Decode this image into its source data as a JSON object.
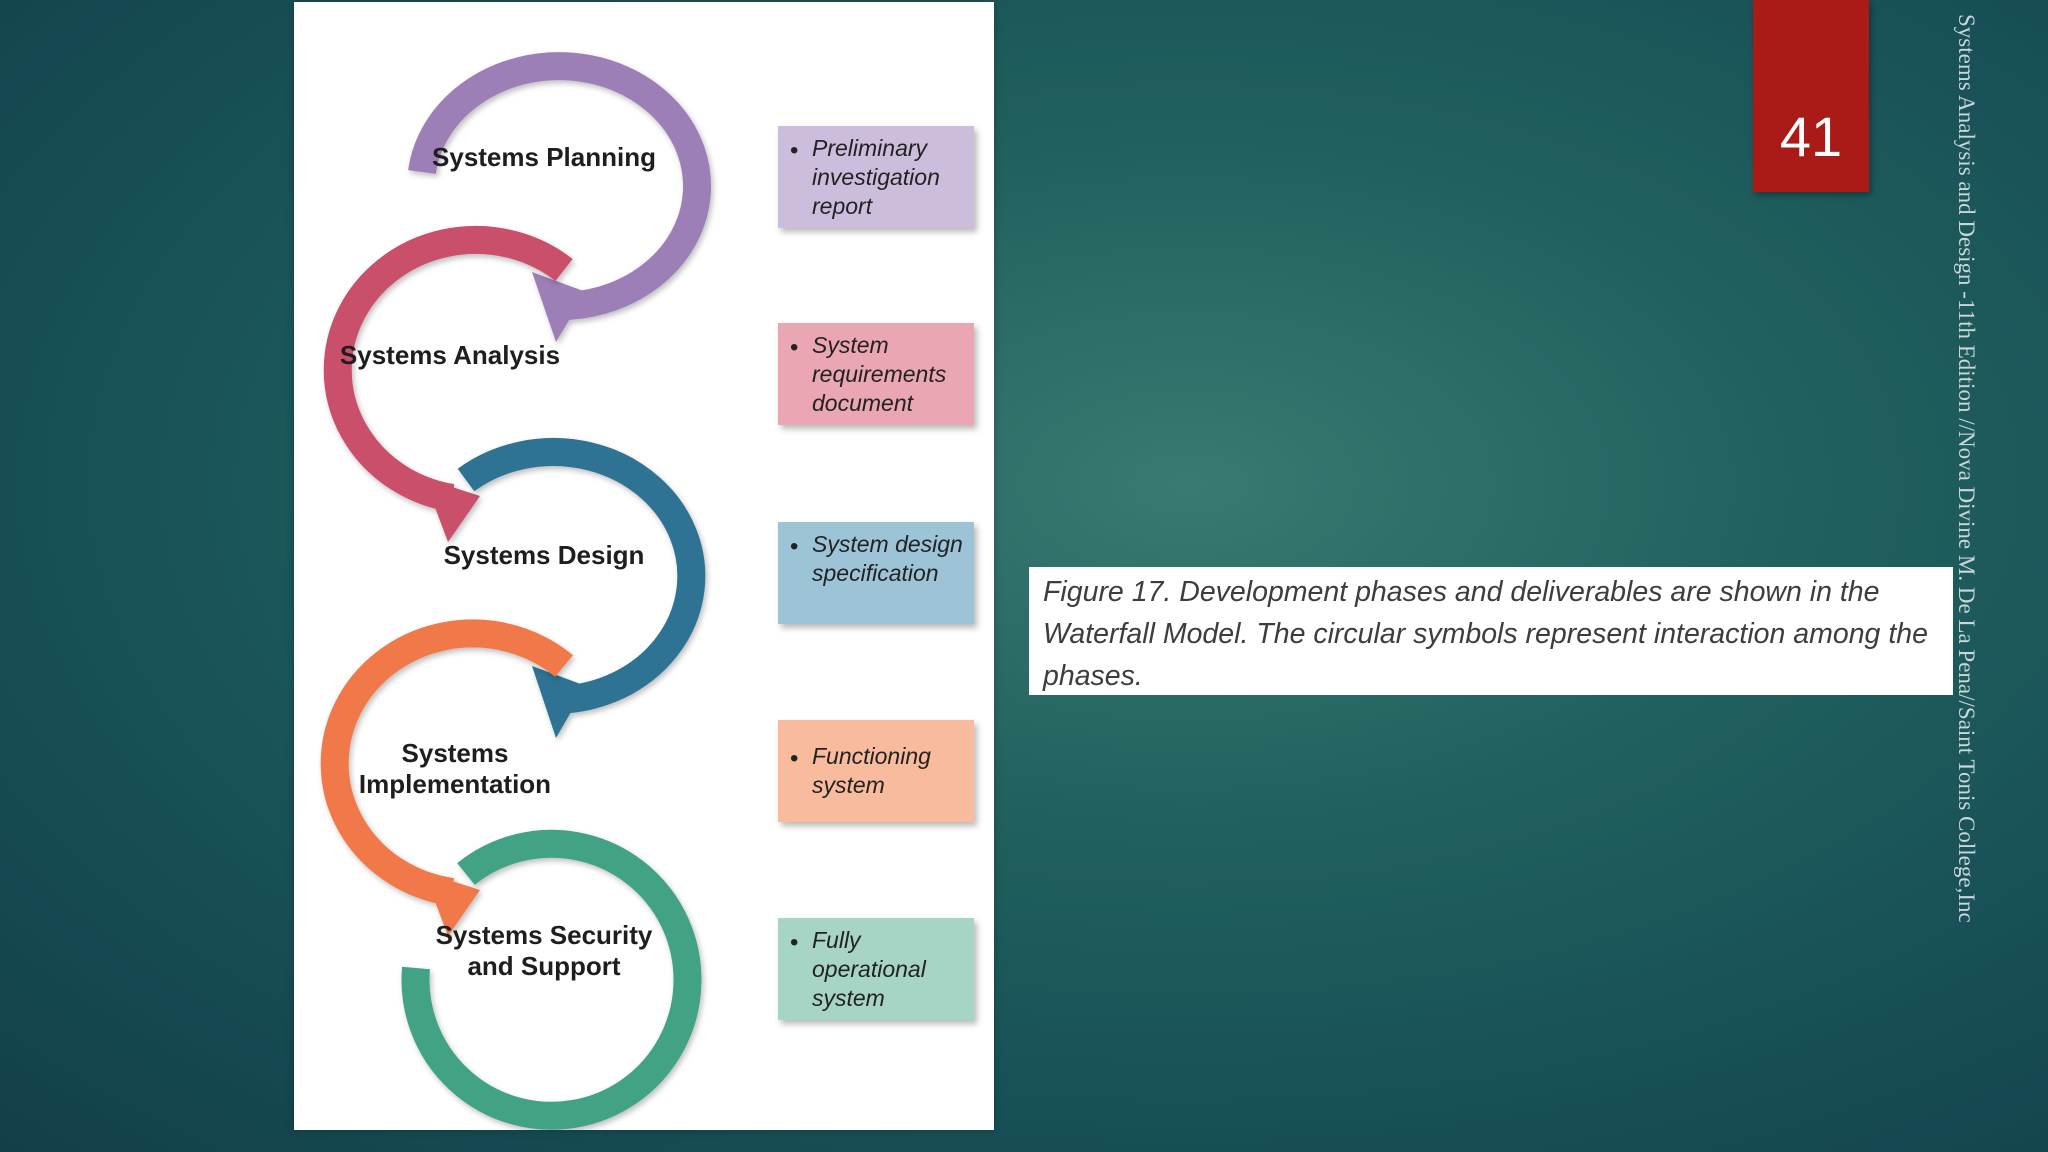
{
  "slide": {
    "number": "41"
  },
  "side_credit": "Systems Analysis and Design -11th Edition //Nova Divine M. De La Pena//Saint Tonis College,Inc",
  "caption": "Figure 17.   Development phases and deliverables are shown in the Waterfall Model.  The circular symbols represent interaction among the phases.",
  "colors": {
    "planning": "#9d7fb8",
    "analysis": "#c9506a",
    "design": "#2f7393",
    "implementation": "#f0784a",
    "security": "#42a286",
    "slide_number_bg": "#aa1a17"
  },
  "phases": [
    {
      "label": "Systems Planning",
      "deliverable": "Preliminary investigation report",
      "deliverable_color": "#cdbddd"
    },
    {
      "label": "Systems Analysis",
      "deliverable": "System requirements document",
      "deliverable_color": "#eba6b3"
    },
    {
      "label": "Systems Design",
      "deliverable": "System design specification",
      "deliverable_color": "#9dc3d6"
    },
    {
      "label": "Systems Implementation",
      "deliverable": "Functioning system",
      "deliverable_color": "#f8bb9d"
    },
    {
      "label": "Systems Security and Support",
      "deliverable": "Fully operational system",
      "deliverable_color": "#a6d5c5"
    }
  ]
}
